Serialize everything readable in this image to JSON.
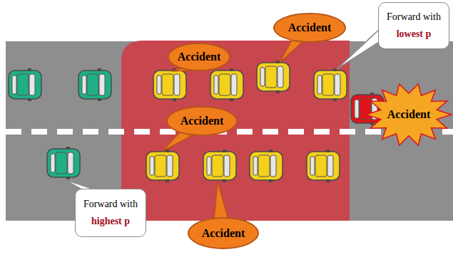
{
  "diagram": {
    "nodes": [
      {
        "text": [
          "Forward with",
          "lowest p"
        ]
      },
      {
        "text": [
          "Accident"
        ]
      },
      {
        "text": [
          "Accident"
        ]
      },
      {
        "text": [
          "Accident"
        ]
      },
      {
        "text": [
          "Accident"
        ]
      },
      {
        "text": [
          "Forward with",
          "highest p"
        ]
      },
      {
        "text": [
          "Accident"
        ]
      }
    ]
  }
}
